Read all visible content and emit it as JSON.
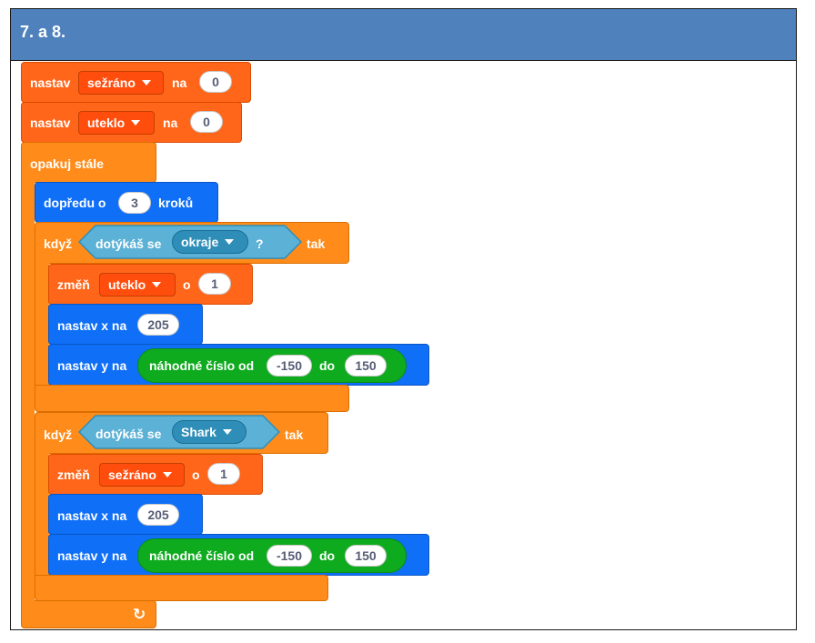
{
  "header": {
    "title": "7. a 8."
  },
  "blocks": {
    "set_eaten": {
      "label": "nastav",
      "variable": "sežráno",
      "to": "na",
      "value": "0"
    },
    "set_escaped": {
      "label": "nastav",
      "variable": "uteklo",
      "to": "na",
      "value": "0"
    },
    "forever": {
      "label": "opakuj stále"
    },
    "move": {
      "label": "dopředu o",
      "value": "3",
      "unit": "kroků"
    },
    "if1": {
      "label": "když",
      "sensing": "dotýkáš se",
      "object": "okraje",
      "q": "?",
      "then": "tak"
    },
    "change_escaped": {
      "label": "změň",
      "variable": "uteklo",
      "by": "o",
      "value": "1"
    },
    "setx1": {
      "label": "nastav x na",
      "value": "205"
    },
    "sety1": {
      "label": "nastav y na",
      "random": "náhodné číslo od",
      "from": "-150",
      "to": "do",
      "to_value": "150"
    },
    "if2": {
      "label": "když",
      "sensing": "dotýkáš se",
      "object": "Shark",
      "then": "tak"
    },
    "change_eaten": {
      "label": "změň",
      "variable": "sežráno",
      "by": "o",
      "value": "1"
    },
    "setx2": {
      "label": "nastav x na",
      "value": "205"
    },
    "sety2": {
      "label": "nastav y na",
      "random": "náhodné číslo od",
      "from": "-150",
      "to": "do",
      "to_value": "150"
    },
    "loop_arrow": "↻"
  },
  "colors": {
    "header": "#4f81bd",
    "control": "#ff8c1a",
    "variables": "#ff661a",
    "motion": "#0f6ff7",
    "sensing": "#5cb1d6",
    "operators": "#0fab1e"
  }
}
